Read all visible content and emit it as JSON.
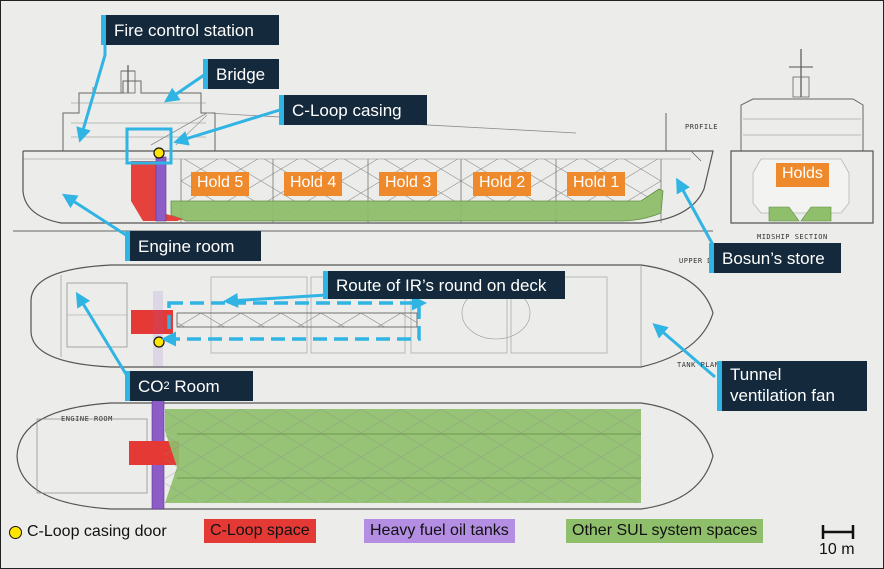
{
  "callouts": {
    "fire_control_station": "Fire control station",
    "bridge": "Bridge",
    "c_loop_casing": "C-Loop casing",
    "engine_room": "Engine room",
    "bosuns_store": "Bosun’s store",
    "route_ir_round": "Route of IR’s round on deck",
    "co2_room_prefix": "CO",
    "co2_room_sub": "2",
    "co2_room_suffix": " Room",
    "tunnel_ventilation_fan": "Tunnel ventilation fan"
  },
  "holds": {
    "hold5": "Hold 5",
    "hold4": "Hold 4",
    "hold3": "Hold 3",
    "hold2": "Hold 2",
    "hold1": "Hold 1",
    "holds_section": "Holds"
  },
  "drawing_labels": {
    "profile": "PROFILE",
    "upper_deck": "UPPER DECK",
    "tank_plan": "TANK PLAN",
    "midship_section": "MIDSHIP SECTION",
    "engine_room": "ENGINE ROOM"
  },
  "legend": {
    "casing_door": "C-Loop casing door",
    "c_loop_space": "C-Loop space",
    "heavy_fuel_oil_tanks": "Heavy fuel oil tanks",
    "other_sul_spaces": "Other SUL system spaces"
  },
  "scale": {
    "label": "10 m"
  },
  "colors": {
    "callout_bg": "#14293b",
    "callout_accent": "#2fb4e3",
    "hold_label": "#ef8a2c",
    "c_loop_space": "#e53935",
    "heavy_fuel_oil": "#8e5cc7",
    "other_sul": "#8fbf6b",
    "casing_door": "#ffe500"
  }
}
